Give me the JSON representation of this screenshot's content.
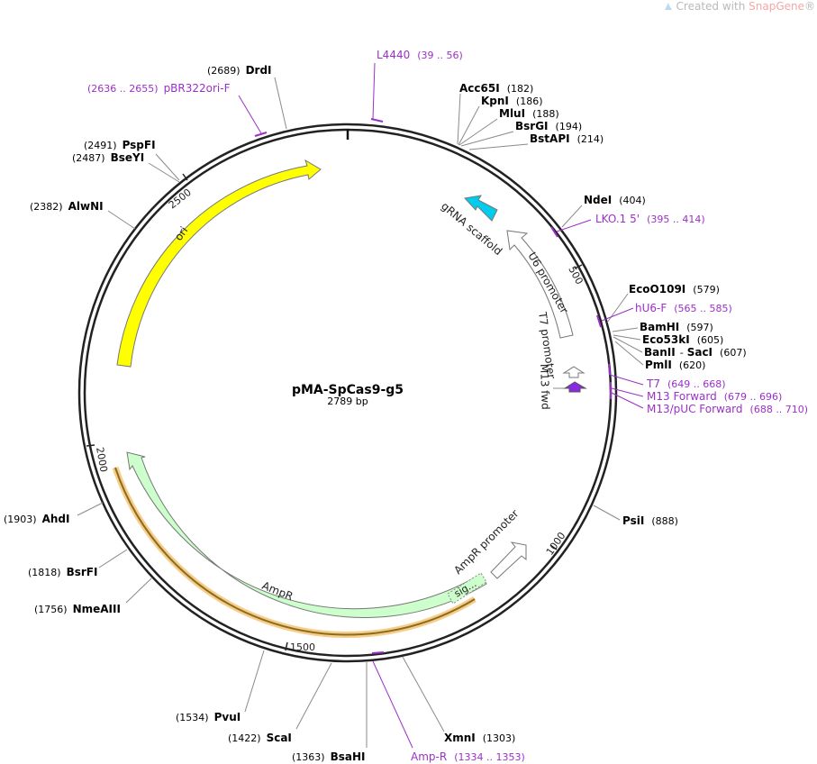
{
  "watermark": {
    "prefix": "Created with ",
    "brand": "SnapGene",
    "suffix": "®"
  },
  "plasmid": {
    "name": "pMA-SpCas9-g5",
    "length_label": "2789 bp",
    "length_bp": 2789,
    "ticks": [
      {
        "label": "500",
        "bp": 500
      },
      {
        "label": "1000",
        "bp": 1000
      },
      {
        "label": "1500",
        "bp": 1500
      },
      {
        "label": "2000",
        "bp": 2000
      },
      {
        "label": "2500",
        "bp": 2500
      }
    ]
  },
  "colors": {
    "backbone": "#222222",
    "enzyme_text": "#000000",
    "primer": "#9b30c8",
    "leader": "#8a8a8a",
    "ori": "#ffff00",
    "ampr": "#ccffcc",
    "ampr_halo": "#f5c070",
    "grna": "#00ccee",
    "promoter": "#ffffff",
    "m13": "#8a2be2"
  },
  "enzymes": [
    {
      "name": "DrdI",
      "position": "(2689)"
    },
    {
      "name": "Acc65I",
      "position": "(182)"
    },
    {
      "name": "KpnI",
      "position": "(186)"
    },
    {
      "name": "MluI",
      "position": "(188)"
    },
    {
      "name": "BsrGI",
      "position": "(194)"
    },
    {
      "name": "BstAPI",
      "position": "(214)"
    },
    {
      "name": "PspFI",
      "position": "(2491)"
    },
    {
      "name": "BseYI",
      "position": "(2487)"
    },
    {
      "name": "AlwNI",
      "position": "(2382)"
    },
    {
      "name": "NdeI",
      "position": "(404)"
    },
    {
      "name": "EcoO109I",
      "position": "(579)"
    },
    {
      "name": "BamHI",
      "position": "(597)"
    },
    {
      "name": "Eco53kI",
      "position": "(605)"
    },
    {
      "name": "BanII",
      "position": "(607)",
      "joiner": "-",
      "partner": "SacI"
    },
    {
      "name": "PmlI",
      "position": "(620)"
    },
    {
      "name": "PsiI",
      "position": "(888)"
    },
    {
      "name": "AhdI",
      "position": "(1903)"
    },
    {
      "name": "BsrFI",
      "position": "(1818)"
    },
    {
      "name": "NmeAIII",
      "position": "(1756)"
    },
    {
      "name": "PvuI",
      "position": "(1534)"
    },
    {
      "name": "ScaI",
      "position": "(1422)"
    },
    {
      "name": "BsaHI",
      "position": "(1363)"
    },
    {
      "name": "XmnI",
      "position": "(1303)"
    }
  ],
  "primers": [
    {
      "name": "L4440",
      "range": "(39 .. 56)"
    },
    {
      "name": "pBR322ori-F",
      "range": "(2636 .. 2655)"
    },
    {
      "name": "LKO.1 5'",
      "range": "(395 .. 414)"
    },
    {
      "name": "hU6-F",
      "range": "(565 .. 585)"
    },
    {
      "name": "T7",
      "range": "(649 .. 668)"
    },
    {
      "name": "M13 Forward",
      "range": "(679 .. 696)"
    },
    {
      "name": "M13/pUC Forward",
      "range": "(688 .. 710)"
    },
    {
      "name": "Amp-R",
      "range": "(1334 .. 1353)"
    }
  ],
  "features": [
    {
      "name": "ori"
    },
    {
      "name": "gRNA scaffold"
    },
    {
      "name": "U6 promoter"
    },
    {
      "name": "T7 promoter"
    },
    {
      "name": "M13 fwd"
    },
    {
      "name": "AmpR"
    },
    {
      "name": "AmpR promoter"
    },
    {
      "name": "sig..."
    }
  ]
}
